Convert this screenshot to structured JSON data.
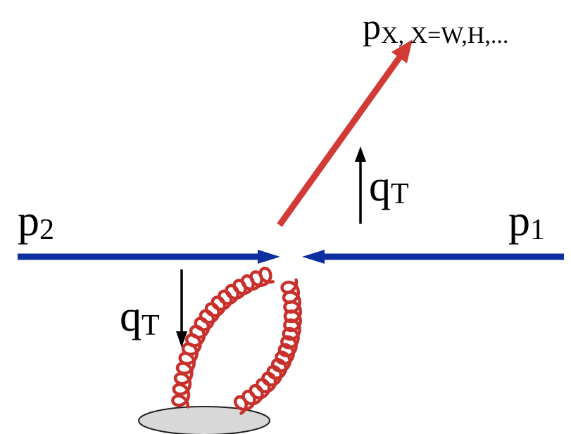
{
  "diagram": {
    "labels": {
      "px_main": "p",
      "px_sub": "X",
      "px_tail": ", X=W,H,...",
      "qt_upper_main": "q",
      "qt_upper_sub": "T",
      "qt_lower_main": "q",
      "qt_lower_sub": "T",
      "p2_main": "p",
      "p2_sub": "2",
      "p1_main": "p",
      "p1_sub": "1"
    },
    "colors": {
      "beam": "#0d2fa0",
      "outgoing": "#d23a36",
      "gluon": "#c8302c",
      "blob_fill": "#d8d8d8",
      "blob_stroke": "#222222",
      "text": "#000000"
    },
    "icons": {
      "beam_left": "arrow-right-icon",
      "beam_right": "arrow-left-icon",
      "outgoing": "arrow-up-right-icon",
      "qt_up": "arrow-up-icon",
      "qt_down": "arrow-down-icon",
      "gluon": "coil-icon",
      "blob": "ellipse-icon"
    }
  }
}
